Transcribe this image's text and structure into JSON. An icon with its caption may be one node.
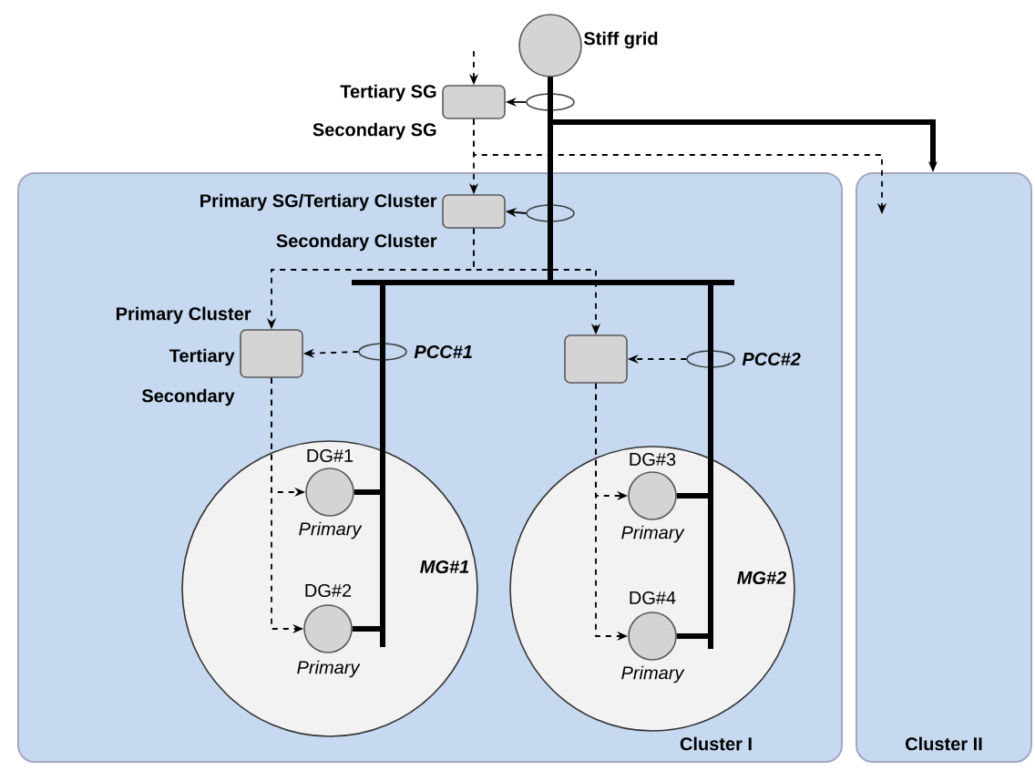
{
  "diagram": {
    "nodes": [
      {
        "text": [
          "Cluster I"
        ]
      },
      {
        "text": [
          "Cluster II"
        ]
      },
      {
        "text": [
          "Stiff grid"
        ]
      },
      {
        "text": [],
        "shape": "box",
        "beside": [
          "Tertiary SG",
          "Secondary SG"
        ]
      },
      {
        "text": [],
        "shape": "box",
        "beside": [
          "Primary SG/Tertiary Cluster",
          "Secondary Cluster"
        ],
        "in": 0
      },
      {
        "text": [],
        "shape": "box",
        "beside": [
          "Primary Cluster",
          "Tertiary",
          "Secondary"
        ],
        "in": 0
      },
      {
        "text": [],
        "shape": "box",
        "in": 0
      },
      {
        "text": [
          "MG#1"
        ],
        "in": 0
      },
      {
        "text": [
          "DG#1",
          "Primary"
        ],
        "in": 7
      },
      {
        "text": [
          "DG#2",
          "Primary"
        ],
        "in": 7
      },
      {
        "text": [
          "MG#2"
        ],
        "in": 0
      },
      {
        "text": [
          "DG#3",
          "Primary"
        ],
        "in": 10
      },
      {
        "text": [
          "DG#4",
          "Primary"
        ],
        "in": 10
      },
      {
        "text": [],
        "shape": "ellipse"
      },
      {
        "text": [],
        "shape": "ellipse",
        "in": 0
      },
      {
        "text": [
          "PCC#1"
        ],
        "in": 0
      },
      {
        "text": [
          "PCC#2"
        ],
        "in": 0
      }
    ],
    "edges": [
      {
        "from": null,
        "to": 3,
        "arrow": "to",
        "style": "dashed"
      },
      {
        "from": 13,
        "to": 3,
        "arrow": "to"
      },
      {
        "from": 3,
        "to": 4,
        "arrow": "to",
        "style": "dashed"
      },
      {
        "from": 3,
        "to": 1,
        "arrow": "to",
        "style": "dashed"
      },
      {
        "from": 2,
        "to": 1,
        "arrow": "to",
        "style": "thick"
      },
      {
        "from": 14,
        "to": 4,
        "arrow": "to"
      },
      {
        "from": 4,
        "to": 5,
        "arrow": "to",
        "style": "dashed"
      },
      {
        "from": 4,
        "to": 6,
        "arrow": "to",
        "style": "dashed"
      },
      {
        "from": 15,
        "to": 5,
        "arrow": "to",
        "style": "dashed"
      },
      {
        "from": 16,
        "to": 6,
        "arrow": "to",
        "style": "dashed"
      },
      {
        "from": 5,
        "to": 8,
        "arrow": "to",
        "style": "dashed"
      },
      {
        "from": 5,
        "to": 9,
        "arrow": "to",
        "style": "dashed"
      },
      {
        "from": 6,
        "to": 11,
        "arrow": "to",
        "style": "dashed"
      },
      {
        "from": 6,
        "to": 12,
        "arrow": "to",
        "style": "dashed"
      },
      {
        "from": 2,
        "to": 8,
        "arrow": "none",
        "style": "thick"
      },
      {
        "from": 2,
        "to": 9,
        "arrow": "none",
        "style": "thick"
      },
      {
        "from": 2,
        "to": 11,
        "arrow": "none",
        "style": "thick"
      },
      {
        "from": 2,
        "to": 12,
        "arrow": "none",
        "style": "thick"
      }
    ]
  }
}
